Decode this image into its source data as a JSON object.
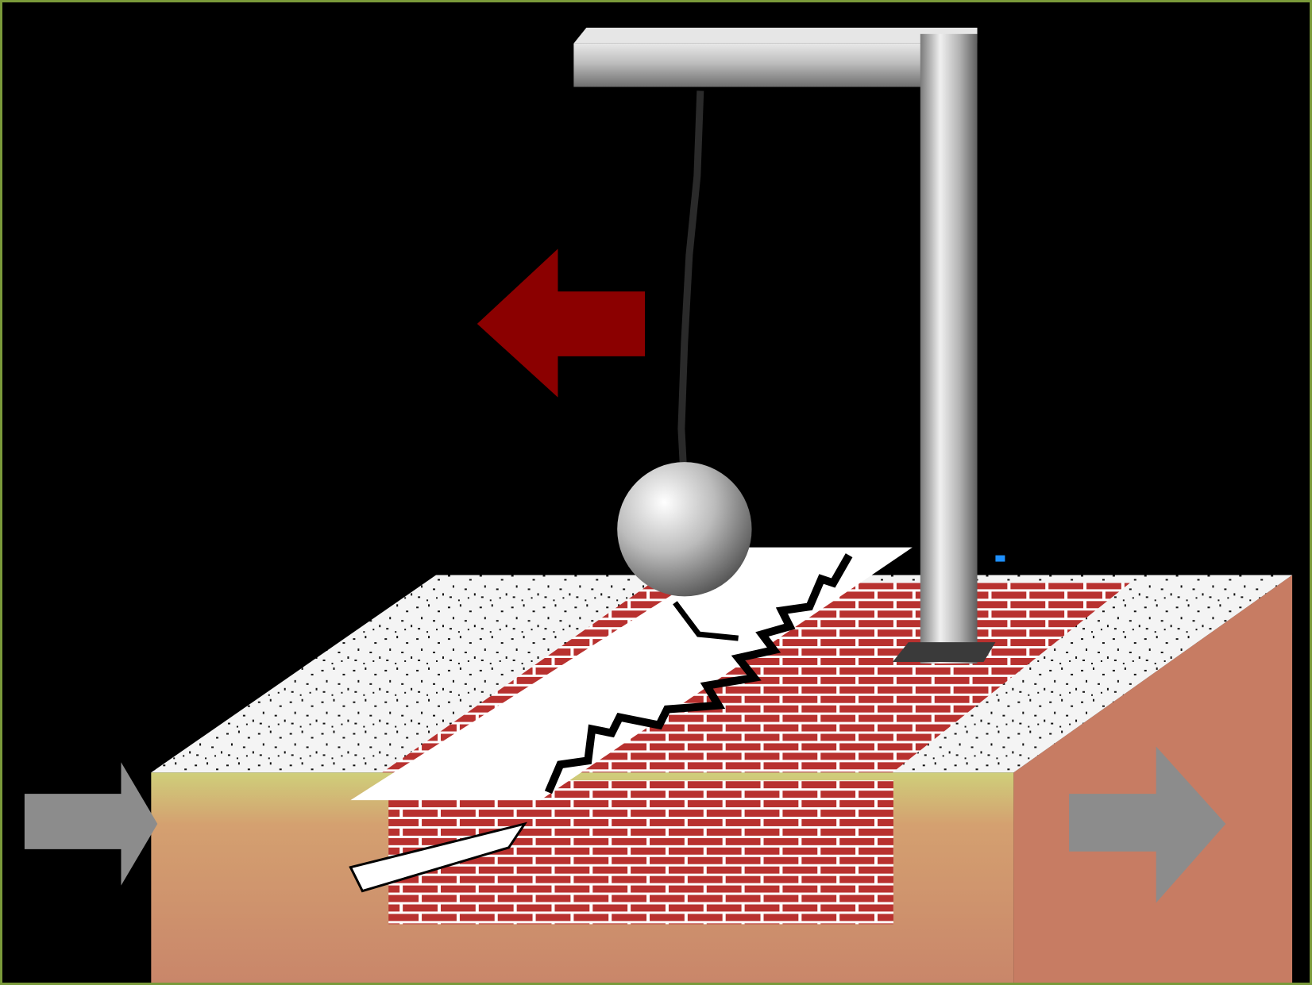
{
  "colors": {
    "background": "#000000",
    "frame_border": "#7a9a3a",
    "motion_arrow": "#8b0000",
    "force_arrows": "#8c8c8c",
    "frame_metal": "#b5b5b5",
    "brick": "#b8312f",
    "mortar": "#ffffff",
    "ground_surface": "#f2f2f2",
    "soil_side": "#c9866a",
    "soil_top_band": "#c8c872",
    "crack": "#000000"
  },
  "icons": {
    "motion_arrow": "arrow-left",
    "left_force_arrow": "arrow-right",
    "right_force_arrow": "arrow-right"
  }
}
